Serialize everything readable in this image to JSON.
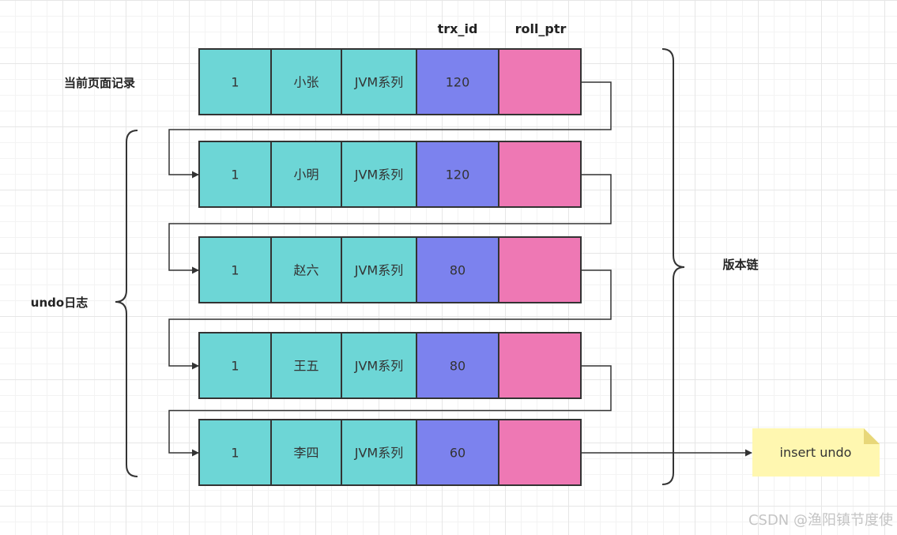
{
  "headers": {
    "trx_id": "trx_id",
    "roll_ptr": "roll_ptr"
  },
  "labels": {
    "current_record": "当前页面记录",
    "undo_log": "undo日志",
    "version_chain": "版本链"
  },
  "rows": [
    {
      "id": "1",
      "name": "小张",
      "group": "JVM系列",
      "trx_id": "120"
    },
    {
      "id": "1",
      "name": "小明",
      "group": "JVM系列",
      "trx_id": "120"
    },
    {
      "id": "1",
      "name": "赵六",
      "group": "JVM系列",
      "trx_id": "80"
    },
    {
      "id": "1",
      "name": "王五",
      "group": "JVM系列",
      "trx_id": "80"
    },
    {
      "id": "1",
      "name": "李四",
      "group": "JVM系列",
      "trx_id": "60"
    }
  ],
  "note": {
    "text": "insert undo"
  },
  "watermark": "CSDN @渔阳镇节度使",
  "colors": {
    "teal": "#6dd6d6",
    "purple": "#7c82ee",
    "pink": "#ee78b4",
    "note": "#fff7b0",
    "note_fold": "#e8d779",
    "line": "#333333"
  }
}
